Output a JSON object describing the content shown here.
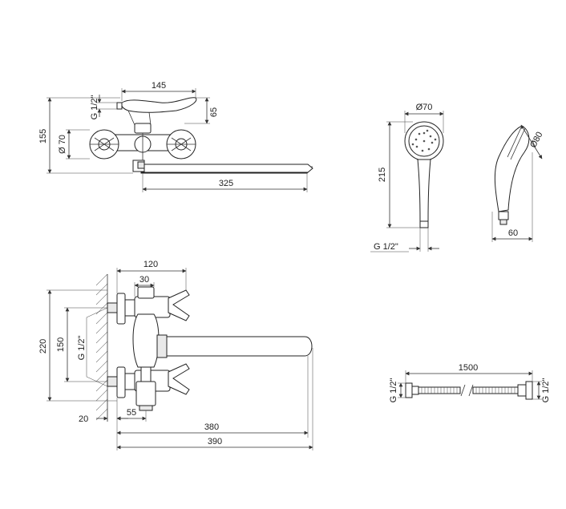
{
  "colors": {
    "line": "#222222",
    "background": "#ffffff"
  },
  "front_view": {
    "d145": "145",
    "d65": "65",
    "d155": "155",
    "g12": "G 1/2\"",
    "d70": "Ø 70",
    "d325": "325"
  },
  "top_view": {
    "d120": "120",
    "d30": "30",
    "d220": "220",
    "d150": "150",
    "g12": "G 1/2\"",
    "d20": "20",
    "d55": "55",
    "d380": "380",
    "d390": "390"
  },
  "hand_shower": {
    "d70": "Ø70",
    "d215": "215",
    "g12": "G 1/2\"",
    "d80": "Ø80",
    "d60": "60"
  },
  "hose": {
    "d1500": "1500",
    "g12_left": "G 1/2\"",
    "g12_right": "G 1/2\""
  }
}
